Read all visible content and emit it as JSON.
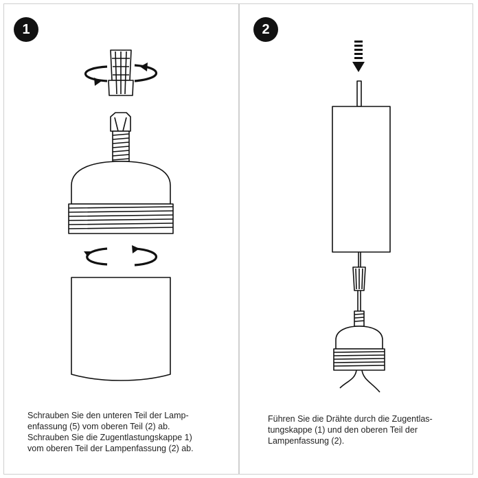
{
  "step1": {
    "number": "1",
    "caption_lines": [
      "Schrauben Sie den unteren Teil der Lamp-",
      "enfassung (5) vom oberen Teil (2) ab.",
      "Schrauben Sie die Zugentlastungskappe 1)",
      "vom oberen Teil der Lampenfassung (2) ab."
    ]
  },
  "step2": {
    "number": "2",
    "caption_lines": [
      "Führen Sie die Drähte durch die Zugentlas-",
      "tungskappe (1) und den oberen Teil der",
      "Lampenfassung (2)."
    ]
  },
  "colors": {
    "line": "#111111",
    "divider": "#cfcfcf",
    "badge": "#111111"
  },
  "icons": [
    "rotate-arrow-icon",
    "down-arrow-icon"
  ]
}
